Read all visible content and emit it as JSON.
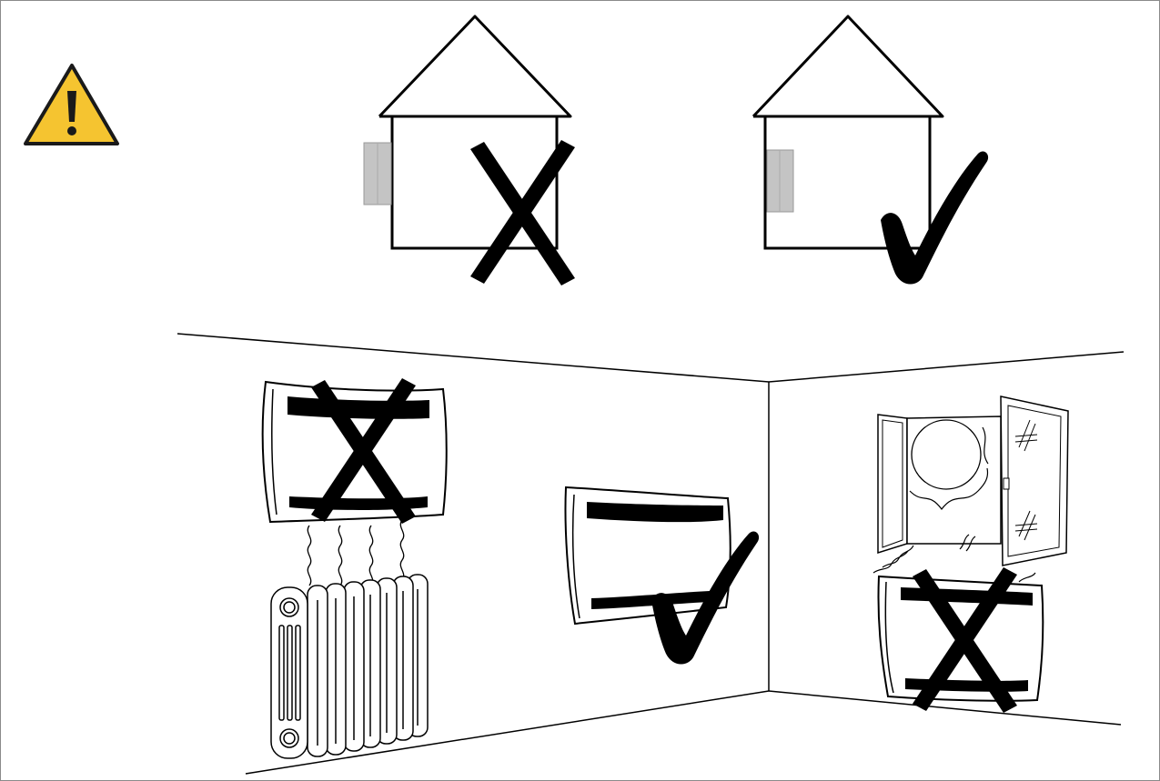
{
  "colors": {
    "warning_fill": "#f5c430",
    "warning_stroke": "#1a1a1a",
    "device_gray": "#c4c4c4",
    "line": "#000000",
    "background": "#ffffff"
  },
  "icons": {
    "warning": "warning-triangle-icon",
    "incorrect": "x-mark-icon",
    "correct": "check-mark-icon"
  },
  "panels": [
    {
      "id": "outside-wall",
      "verdict": "incorrect"
    },
    {
      "id": "inside-wall",
      "verdict": "correct"
    },
    {
      "id": "above-radiator",
      "verdict": "incorrect"
    },
    {
      "id": "free-wall",
      "verdict": "correct"
    },
    {
      "id": "below-open-window",
      "verdict": "incorrect"
    }
  ]
}
